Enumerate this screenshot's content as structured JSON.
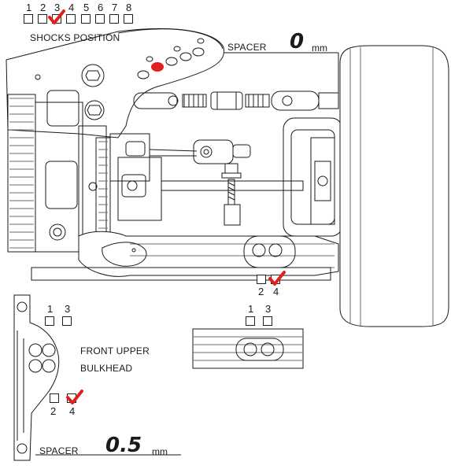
{
  "shocks": {
    "positions": [
      "1",
      "2",
      "3",
      "4",
      "5",
      "6",
      "7",
      "8"
    ],
    "selected": "3",
    "title": "SHOCKS POSITION"
  },
  "spacer_top": {
    "label": "SPACER",
    "value": "0",
    "unit": "mm"
  },
  "arm_holes": {
    "labels": [
      "2",
      "4"
    ],
    "selected": "4"
  },
  "side_detail": {
    "labels": [
      "1",
      "3"
    ]
  },
  "bulkhead": {
    "title_line1": "FRONT UPPER",
    "title_line2": "BULKHEAD",
    "top_labels": [
      "1",
      "3"
    ],
    "bottom_labels": [
      "2",
      "4"
    ],
    "selected": "4"
  },
  "spacer_bottom": {
    "label": "SPACER",
    "value": "0.5",
    "unit": "mm"
  },
  "colors": {
    "line": "#1a1a1a",
    "accent": "#e0201c",
    "hatch": "#6b6b6b"
  }
}
